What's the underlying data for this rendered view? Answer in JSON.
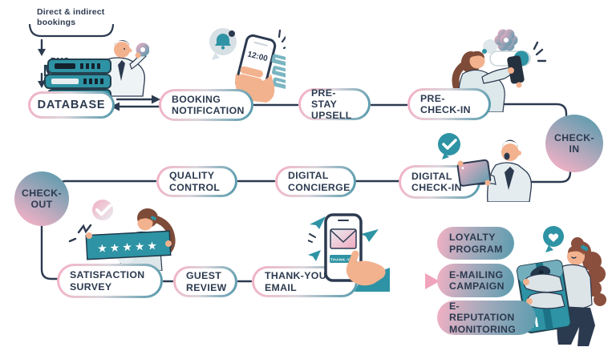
{
  "colors": {
    "text_navy": "#2c3a50",
    "teal": "#2e93a4",
    "pink": "#f2abbe",
    "pill_gradient_start": "#f4aec2",
    "pill_gradient_end": "#4f96a9",
    "skin": "#f3b28e",
    "hair_brown": "#7d4b38",
    "light_gray": "#dde6ea"
  },
  "pre_flow": {
    "bookings_label": "Direct & indirect\nbookings",
    "pms_label": "PMS"
  },
  "nodes": {
    "database": {
      "label": "DATABASE"
    },
    "booking_notification": {
      "label": "BOOKING\nNOTIFICATION"
    },
    "pre_stay_upsell": {
      "label": "PRE-STAY\nUPSELL"
    },
    "pre_check_in": {
      "label": "PRE-\nCHECK-IN"
    },
    "check_in": {
      "label": "CHECK-\nIN"
    },
    "digital_check_in": {
      "label": "DIGITAL\nCHECK-IN"
    },
    "digital_concierge": {
      "label": "DIGITAL\nCONCIERGE"
    },
    "quality_control": {
      "label": "QUALITY\nCONTROL"
    },
    "check_out": {
      "label": "CHECK-\nOUT"
    },
    "satisfaction_survey": {
      "label": "SATISFACTION\nSURVEY"
    },
    "guest_review": {
      "label": "GUEST\nREVIEW"
    },
    "thank_you_email": {
      "label": "THANK-YOU\nEMAIL"
    },
    "loyalty_program": {
      "label": "LOYALTY\nPROGRAM"
    },
    "e_mailing_campaign": {
      "label": "E-MAILING\nCAMPAIGN"
    },
    "e_reputation_monitoring": {
      "label": "E-REPUTATION\nMONITORING"
    }
  },
  "illustration_text": {
    "phone_time": "12:00",
    "thank_you_button": "THANK-YOU",
    "rating_stars": "★★★★★"
  }
}
